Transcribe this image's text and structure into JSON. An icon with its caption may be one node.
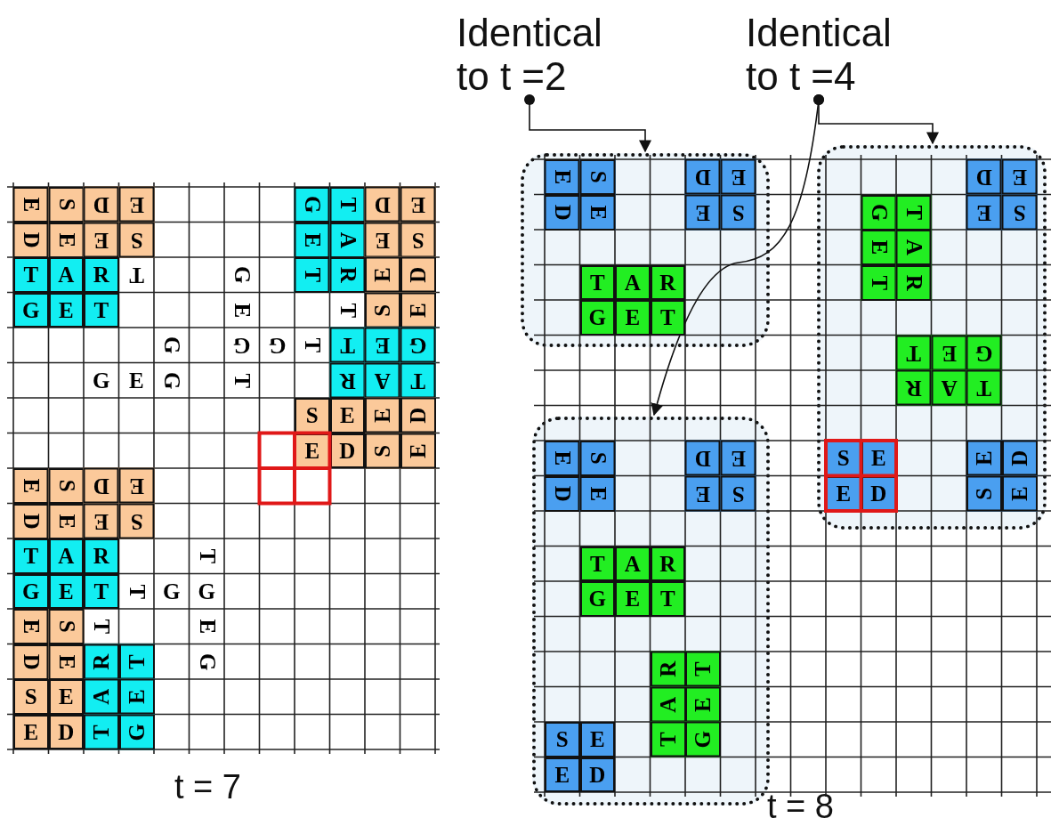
{
  "diagram": {
    "nodes": [
      {
        "text": [
          "Identical to t =2"
        ]
      },
      {
        "text": [
          "Identical to t =4"
        ]
      },
      {
        "text": [],
        "shape": "box"
      },
      {
        "text": [],
        "shape": "box"
      },
      {
        "text": [],
        "shape": "box"
      }
    ],
    "edges": [
      {
        "from": 0,
        "to": 2,
        "arrow": "to"
      },
      {
        "from": 1,
        "to": 3,
        "arrow": "to"
      },
      {
        "from": 1,
        "to": 4,
        "arrow": "to"
      }
    ],
    "labels": [
      "E",
      "S",
      "D",
      "E",
      "G",
      "T",
      "D",
      "E",
      "D",
      "E",
      "E",
      "S",
      "E",
      "A",
      "E",
      "S",
      "T",
      "A",
      "R",
      "T",
      "G",
      "T",
      "R",
      "E",
      "D",
      "G",
      "E",
      "T",
      "E",
      "T",
      "S",
      "E",
      "G",
      "G",
      "G",
      "T",
      "T",
      "E",
      "G",
      "G",
      "E",
      "G",
      "T",
      "R",
      "A",
      "T",
      "S",
      "E",
      "E",
      "D",
      "E",
      "D",
      "S",
      "E",
      "E",
      "S",
      "D",
      "E",
      "D",
      "E",
      "E",
      "S",
      "T",
      "A",
      "R",
      "T",
      "G",
      "E",
      "T",
      "T",
      "G",
      "G",
      "E",
      "S",
      "T",
      "E",
      "D",
      "E",
      "R",
      "T",
      "G",
      "S",
      "E",
      "A",
      "E",
      "E",
      "D",
      "T",
      "G",
      "t = 7",
      "E",
      "S",
      "D",
      "E",
      "D",
      "E",
      "D",
      "E",
      "E",
      "S",
      "G",
      "T",
      "E",
      "S",
      "E",
      "A",
      "T",
      "A",
      "R",
      "T",
      "R",
      "G",
      "E",
      "T",
      "T",
      "E",
      "G",
      "R",
      "A",
      "T",
      "E",
      "S",
      "D",
      "E",
      "S",
      "E",
      "E",
      "D",
      "D",
      "E",
      "E",
      "S",
      "E",
      "D",
      "S",
      "E",
      "T",
      "A",
      "R",
      "G",
      "E",
      "T",
      "R",
      "T",
      "A",
      "E",
      "S",
      "E",
      "T",
      "G",
      "E",
      "D",
      "t = 8"
    ]
  }
}
